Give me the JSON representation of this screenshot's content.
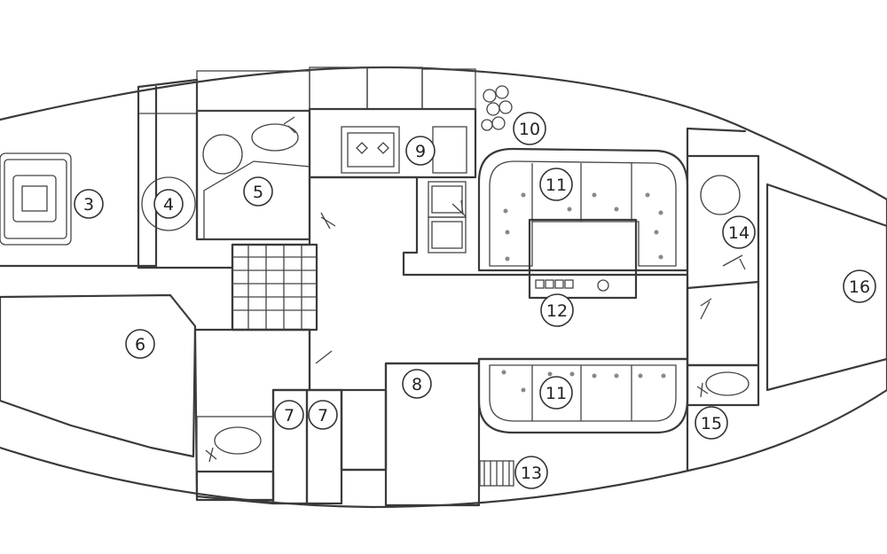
{
  "labels": [
    {
      "id": "3",
      "text": "3"
    },
    {
      "id": "4",
      "text": "4"
    },
    {
      "id": "5",
      "text": "5"
    },
    {
      "id": "6",
      "text": "6"
    },
    {
      "id": "7a",
      "text": "7"
    },
    {
      "id": "7b",
      "text": "7"
    },
    {
      "id": "8",
      "text": "8"
    },
    {
      "id": "9",
      "text": "9"
    },
    {
      "id": "10",
      "text": "10"
    },
    {
      "id": "11a",
      "text": "11"
    },
    {
      "id": "11b",
      "text": "11"
    },
    {
      "id": "12",
      "text": "12"
    },
    {
      "id": "13",
      "text": "13"
    },
    {
      "id": "14",
      "text": "14"
    },
    {
      "id": "15",
      "text": "15"
    },
    {
      "id": "16",
      "text": "16"
    }
  ]
}
